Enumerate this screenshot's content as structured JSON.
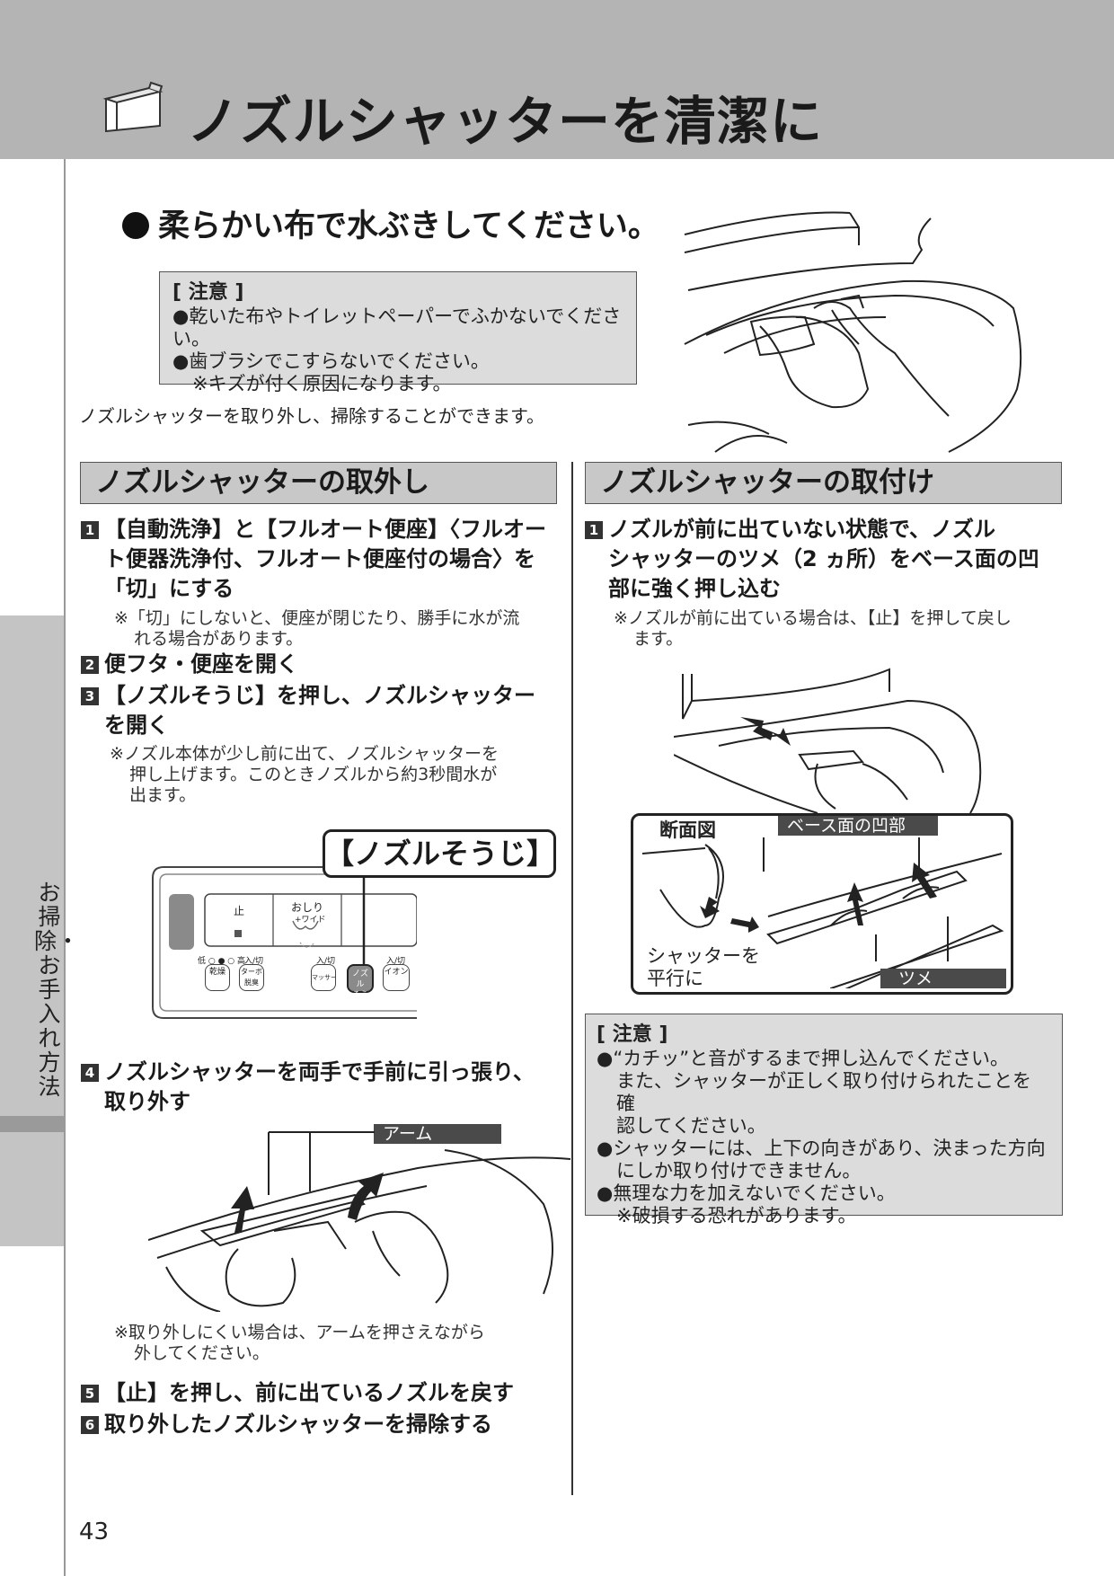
{
  "header": {
    "title": "ノズルシャッターを清潔に",
    "icon": "toilet-icon"
  },
  "side_tab": {
    "label": "お掃除・お手入れ方法"
  },
  "lead": {
    "text": "柔らかい布で水ぶきしてください。"
  },
  "caution_top": {
    "title": "[ 注意 ]",
    "line1": "●乾いた布やトイレットペーパーでふかないでください。",
    "line2": "●歯ブラシでこすらないでください。",
    "line3": "※キズが付く原因になります。"
  },
  "description": "ノズルシャッターを取り外し、掃除することができます。",
  "removal": {
    "heading": "ノズルシャッターの取外し",
    "step1": {
      "num": "1",
      "line1": "【自動洗浄】と【フルオート便座】〈フルオー",
      "line2": "ト便器洗浄付、フルオート便座付の場合〉を",
      "line3": "「切」にする"
    },
    "note1": {
      "line1": "※「切」にしないと、便座が閉じたり、勝手に水が流",
      "line2": "れる場合があります。"
    },
    "step2": {
      "num": "2",
      "text": "便フタ・便座を開く"
    },
    "step3": {
      "num": "3",
      "line1": "【ノズルそうじ】を押し、ノズルシャッター",
      "line2": "を開く"
    },
    "note3": {
      "line1": "※ノズル本体が少し前に出て、ノズルシャッターを",
      "line2": "押し上げます。このときノズルから約3秒間水が",
      "line3": "出ます。"
    },
    "callout": "【ノズルそうじ】",
    "remote": {
      "stop": "止",
      "oshiri": "おしり",
      "wide": "+ワイド",
      "low_high": "低 ○ ● ○ 高",
      "in_off1": "入/切",
      "in_off2": "入/切",
      "in_off3": "入/切",
      "dry": "乾燥",
      "turbo": "ターボ",
      "deodor": "脱臭",
      "massage": "マッサージ",
      "nozzle1": "ノズル",
      "nozzle2": "そうじ",
      "ion": "イオン"
    },
    "step4": {
      "num": "4",
      "line1": "ノズルシャッターを両手で手前に引っ張り、",
      "line2": "取り外す"
    },
    "arm_label": "アーム",
    "note4": {
      "line1": "※取り外しにくい場合は、アームを押さえながら",
      "line2": "外してください。"
    },
    "step5": {
      "num": "5",
      "text": "【止】を押し、前に出ているノズルを戻す"
    },
    "step6": {
      "num": "6",
      "text": "取り外したノズルシャッターを掃除する"
    }
  },
  "install": {
    "heading": "ノズルシャッターの取付け",
    "step1": {
      "num": "1",
      "line1": "ノズルが前に出ていない状態で、ノズル",
      "line2": "シャッターのツメ（2 ヵ所）をベース面の凹",
      "line3": "部に強く押し込む"
    },
    "note1": {
      "line1": "※ノズルが前に出ている場合は、【止】を押して戻し",
      "line2": "ます。"
    },
    "section_label": "断面図",
    "base_label": "ベース面の凹部",
    "parallel_line1": "シャッターを",
    "parallel_line2": "平行に",
    "claw_label": "ツメ"
  },
  "caution_bottom": {
    "title": "[ 注意 ]",
    "line1": "●“カチッ”と音がするまで押し込んでください。",
    "line2": "また、シャッターが正しく取り付けられたことを確",
    "line3": "認してください。",
    "line4": "●シャッターには、上下の向きがあり、決まった方向",
    "line5": "にしか取り付けできません。",
    "line6": "●無理な力を加えないでください。",
    "line7": "※破損する恐れがあります。"
  },
  "page_number": "43"
}
